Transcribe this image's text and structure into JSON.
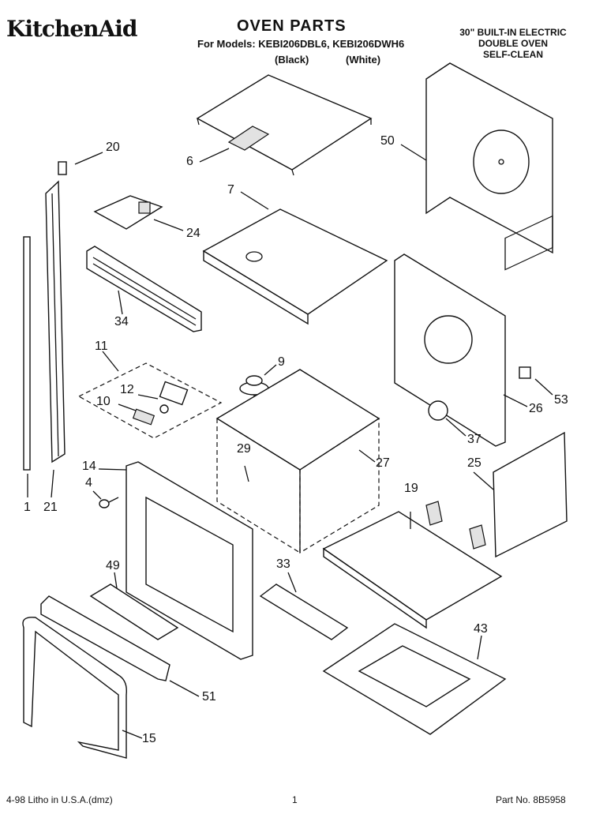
{
  "header": {
    "logo": "KitchenAid",
    "title": "OVEN PARTS",
    "models": "For Models: KEBI206DBL6, KEBI206DWH6",
    "black": "(Black)",
    "white": "(White)",
    "desc": [
      "30\" BUILT-IN ELECTRIC",
      "DOUBLE OVEN",
      "SELF-CLEAN"
    ]
  },
  "footer": {
    "litho": "4-98 Litho in U.S.A.(dmz)",
    "page": "1",
    "part_no": "Part No. 8B5958"
  },
  "labels": [
    "20",
    "6",
    "50",
    "7",
    "24",
    "34",
    "11",
    "9",
    "53",
    "12",
    "10",
    "26",
    "37",
    "14",
    "29",
    "27",
    "25",
    "4",
    "19",
    "1",
    "21",
    "49",
    "33",
    "43",
    "51",
    "15"
  ]
}
